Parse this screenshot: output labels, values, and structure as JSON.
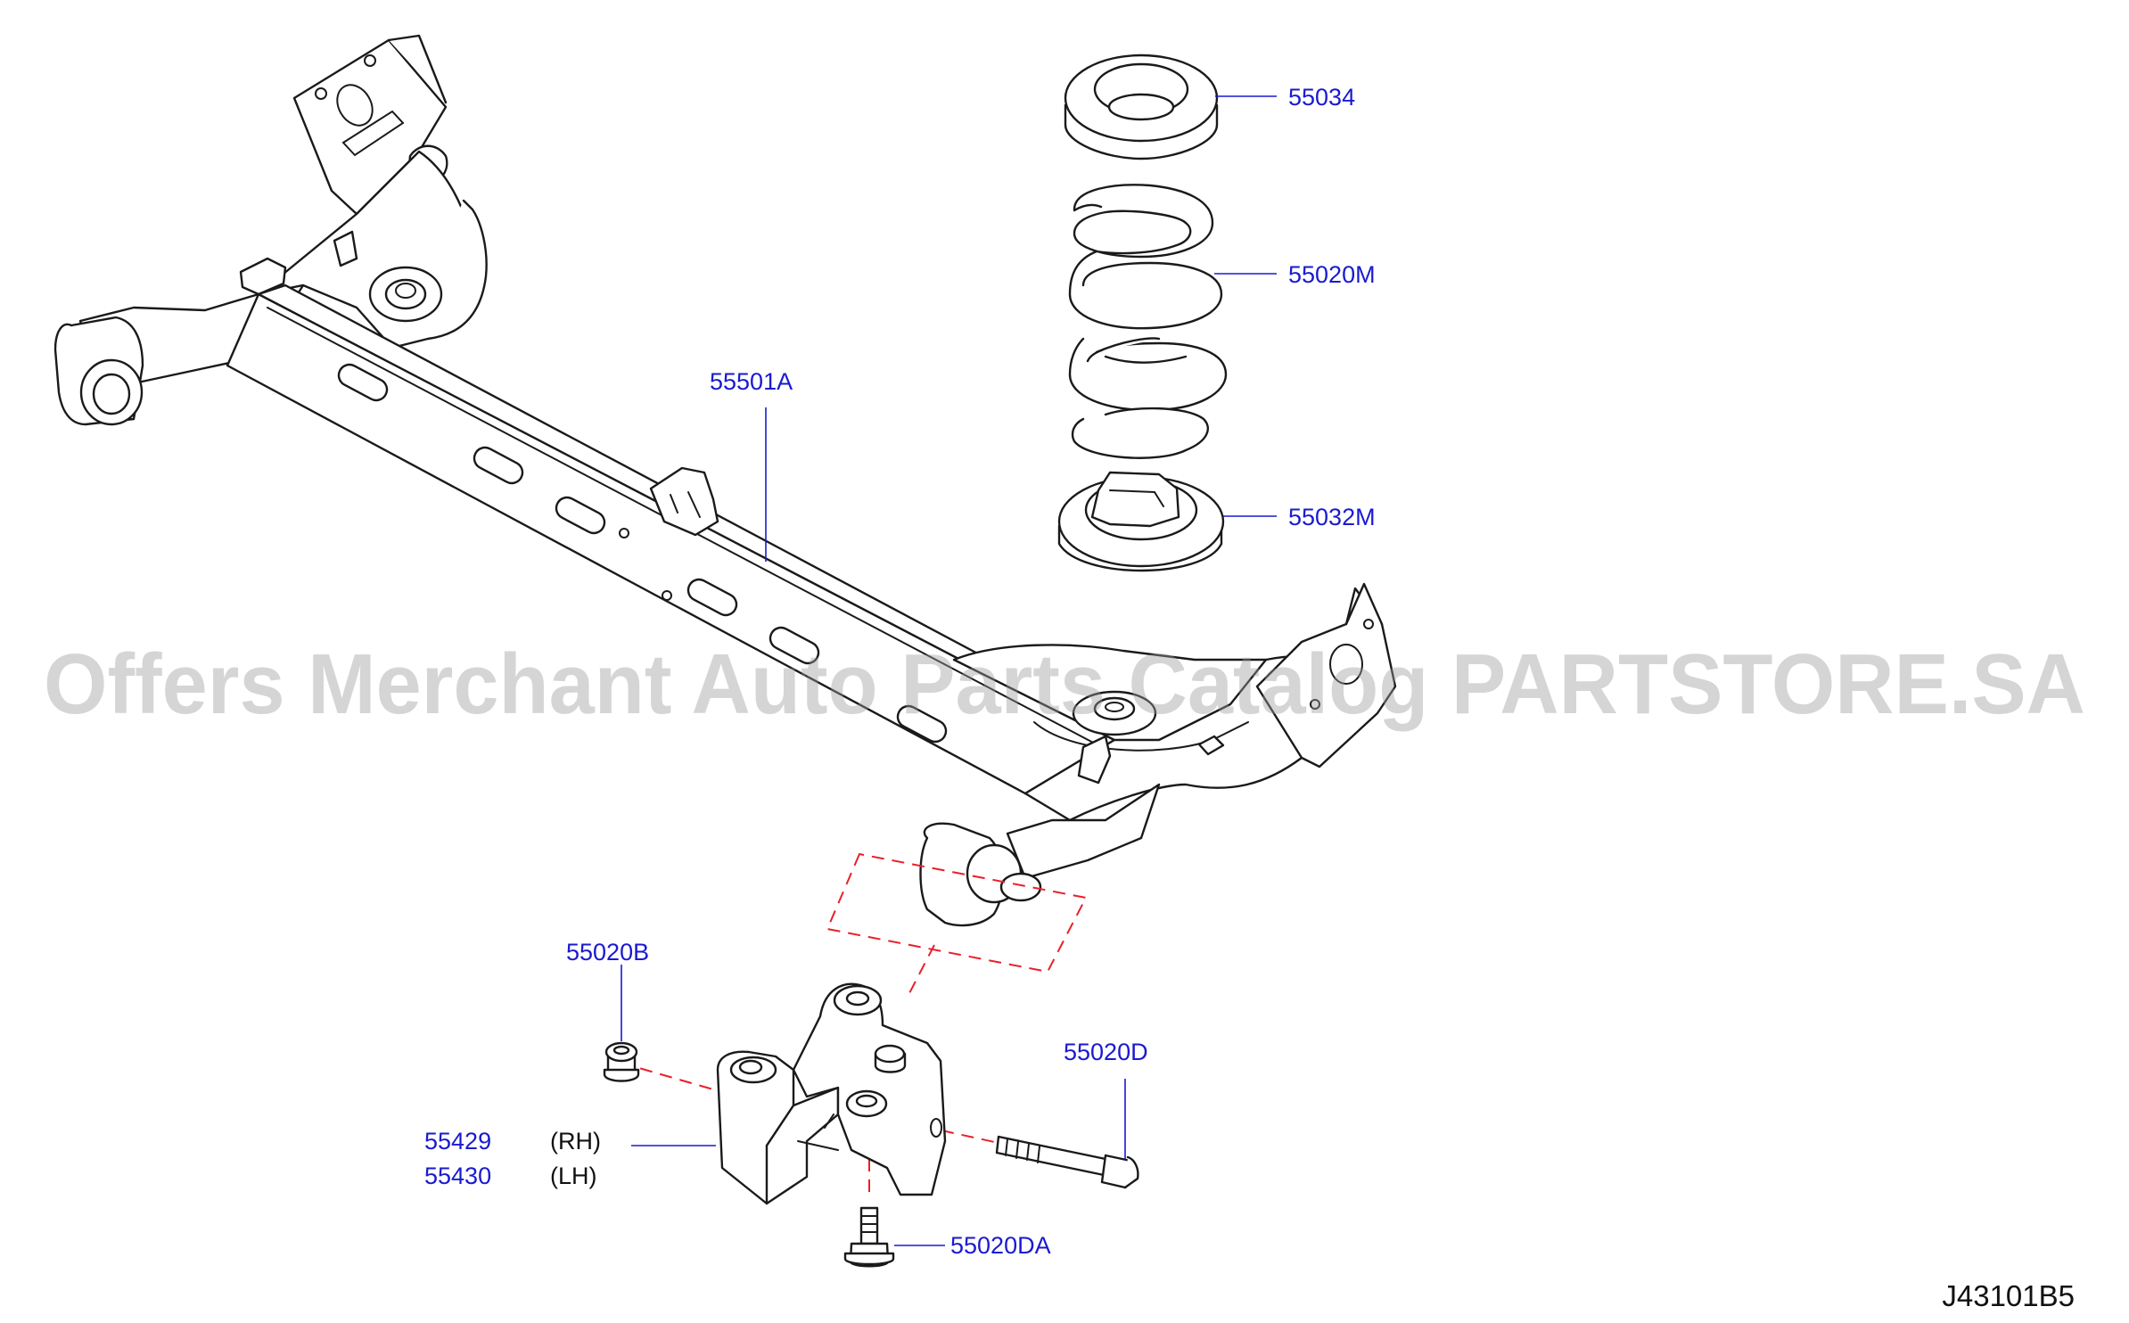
{
  "watermark": "Offers Merchant Auto Parts Catalog PARTSTORE.SA",
  "diagram_code": "J43101B5",
  "parts": {
    "seat_upper": {
      "number": "55034"
    },
    "coil_spring": {
      "number": "55020M"
    },
    "seat_lower": {
      "number": "55032M"
    },
    "axle_beam": {
      "number": "55501A"
    },
    "nut": {
      "number": "55020B"
    },
    "bracket": {
      "number_rh": "55429",
      "side_rh": "(RH)",
      "number_lh": "55430",
      "side_lh": "(LH)"
    },
    "bolt_long": {
      "number": "55020D"
    },
    "bolt_short": {
      "number": "55020DA"
    }
  },
  "colors": {
    "label": "#1a1ad0",
    "line": "#1a1a1a",
    "dashed_guide": "#e8202a",
    "watermark": "#9a9a9a"
  }
}
